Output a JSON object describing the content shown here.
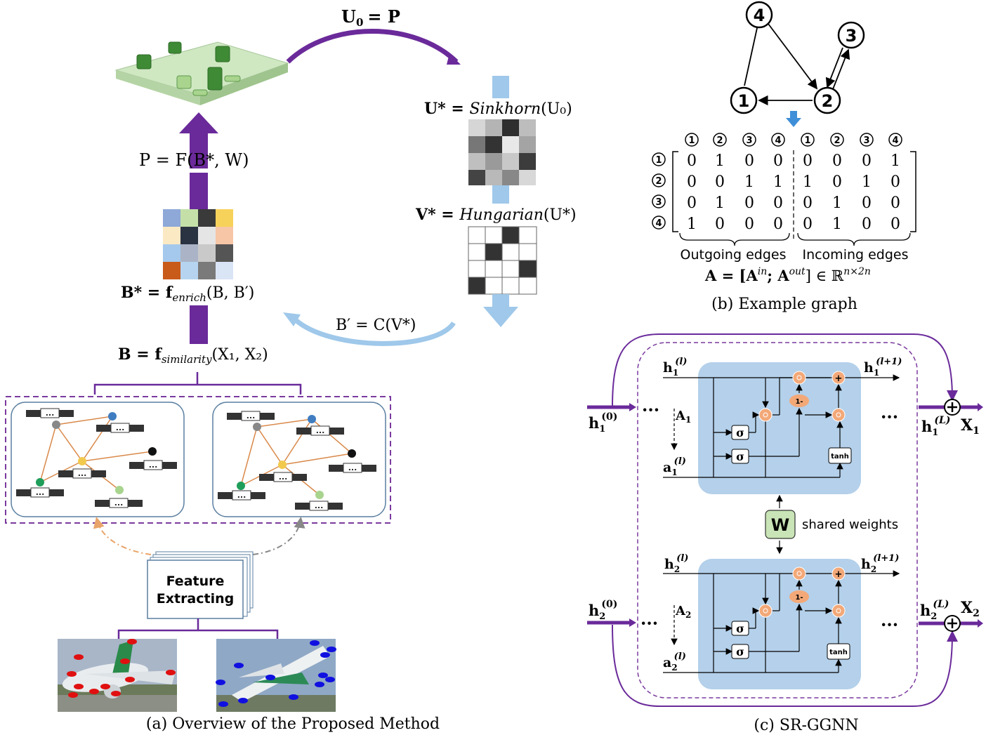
{
  "panel_a": {
    "caption": "(a) Overview of the Proposed Method",
    "eq_u0_lhs": "U",
    "eq_u0_sub": "0",
    "eq_u0_rhs": "= P",
    "eq_p": "P = F(B*, W)",
    "eq_bstar": "B* = f",
    "eq_bstar_sub": "enrich",
    "eq_bstar_args": "(B, B′)",
    "eq_b": "B = f",
    "eq_b_sub": "similarity",
    "eq_b_args": "(X₁, X₂)",
    "eq_ustar": "U* = ",
    "eq_ustar_fn": "Sinkhorn",
    "eq_ustar_args": "(U₀)",
    "eq_vstar": "V* = ",
    "eq_vstar_fn": "Hungarian",
    "eq_vstar_args": "(U*)",
    "eq_bprime": "B′ = C(V*)",
    "feature_line1": "Feature",
    "feature_line2": "Extracting",
    "node_label": "...",
    "colors": {
      "purple": "#6a2a9a",
      "light_blue": "#9fc8ea",
      "orange_edge": "#d9894a",
      "dashed_purple": "#7a3a9e"
    }
  },
  "panel_b": {
    "caption": "(b) Example graph",
    "nodes": [
      "4",
      "3",
      "1",
      "2"
    ],
    "col_headers": [
      "1",
      "2",
      "3",
      "4",
      "1",
      "2",
      "3",
      "4"
    ],
    "row_headers": [
      "1",
      "2",
      "3",
      "4"
    ],
    "matrix": [
      [
        "0",
        "1",
        "0",
        "0",
        "0",
        "0",
        "0",
        "1"
      ],
      [
        "0",
        "0",
        "1",
        "1",
        "1",
        "0",
        "1",
        "0"
      ],
      [
        "0",
        "1",
        "0",
        "0",
        "0",
        "1",
        "0",
        "0"
      ],
      [
        "1",
        "0",
        "0",
        "0",
        "0",
        "1",
        "0",
        "0"
      ]
    ],
    "outgoing_label": "Outgoing edges",
    "incoming_label": "Incoming edges",
    "equation": "A = [A",
    "eq_in": "in",
    "eq_mid": "; A",
    "eq_out": "out",
    "eq_end": "] ∈ ℝ",
    "eq_dim": "n×2n"
  },
  "panel_c": {
    "caption": "(c) SR-GGNN",
    "shared_weights_label": "shared weights",
    "w_label": "W",
    "h1_0": "h",
    "h1_0_sub": "1",
    "h1_0_sup": "(0)",
    "h2_0_sub": "2",
    "h_l": "(l)",
    "h_l1": "(l+1)",
    "h_L": "(L)",
    "a_label": "a",
    "A1": "A",
    "x1": "X",
    "sigma": "σ",
    "tanh": "tanh",
    "one_minus": "1-",
    "plus": "+",
    "dots": "···"
  }
}
